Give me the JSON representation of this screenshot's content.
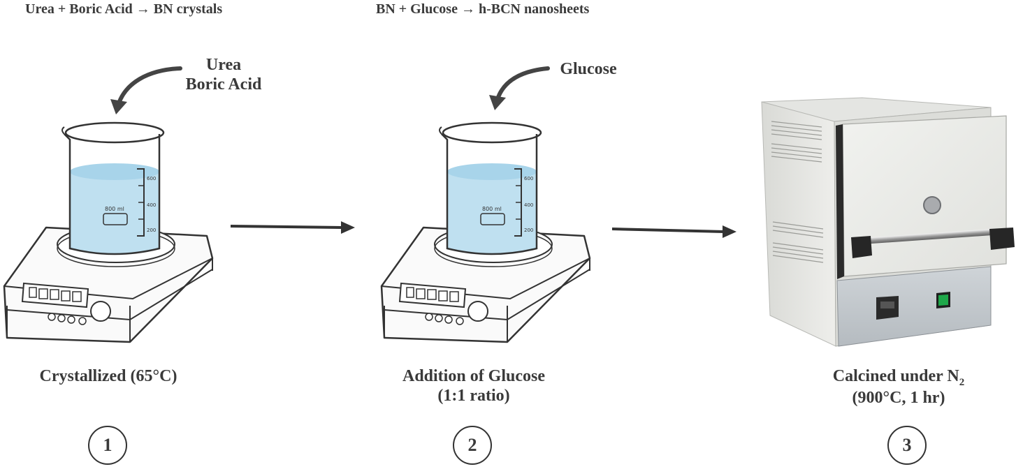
{
  "reactions": {
    "step1": "Urea + Boric Acid → BN crystals",
    "step2": "BN + Glucose → h-BCN nanosheets"
  },
  "reagents": {
    "step1_line1": "Urea",
    "step1_line2": "Boric Acid",
    "step2": "Glucose"
  },
  "beakers": {
    "volume_label": "800 ml",
    "ticks": [
      "600",
      "400",
      "200"
    ]
  },
  "captions": {
    "step1": "Crystallized (65°C)",
    "step2_line1": "Addition of Glucose",
    "step2_line2": "(1:1 ratio)",
    "step3_line1_main": "Calcined under N",
    "step3_line1_sub": "2",
    "step3_line2": "(900°C, 1 hr)"
  },
  "step_numbers": [
    "1",
    "2",
    "3"
  ],
  "colors": {
    "liquid": "#bfe0f0",
    "liquid_top": "#a8d4ea",
    "outline": "#333333",
    "furnace_body": "#e6e7e3",
    "furnace_panel": "#c4c9cd",
    "power_switch": "#1fa84a"
  },
  "icons": [
    "curved-arrow-icon",
    "right-arrow-icon",
    "beaker-icon",
    "hotplate-stirrer-icon",
    "muffle-furnace-icon"
  ]
}
